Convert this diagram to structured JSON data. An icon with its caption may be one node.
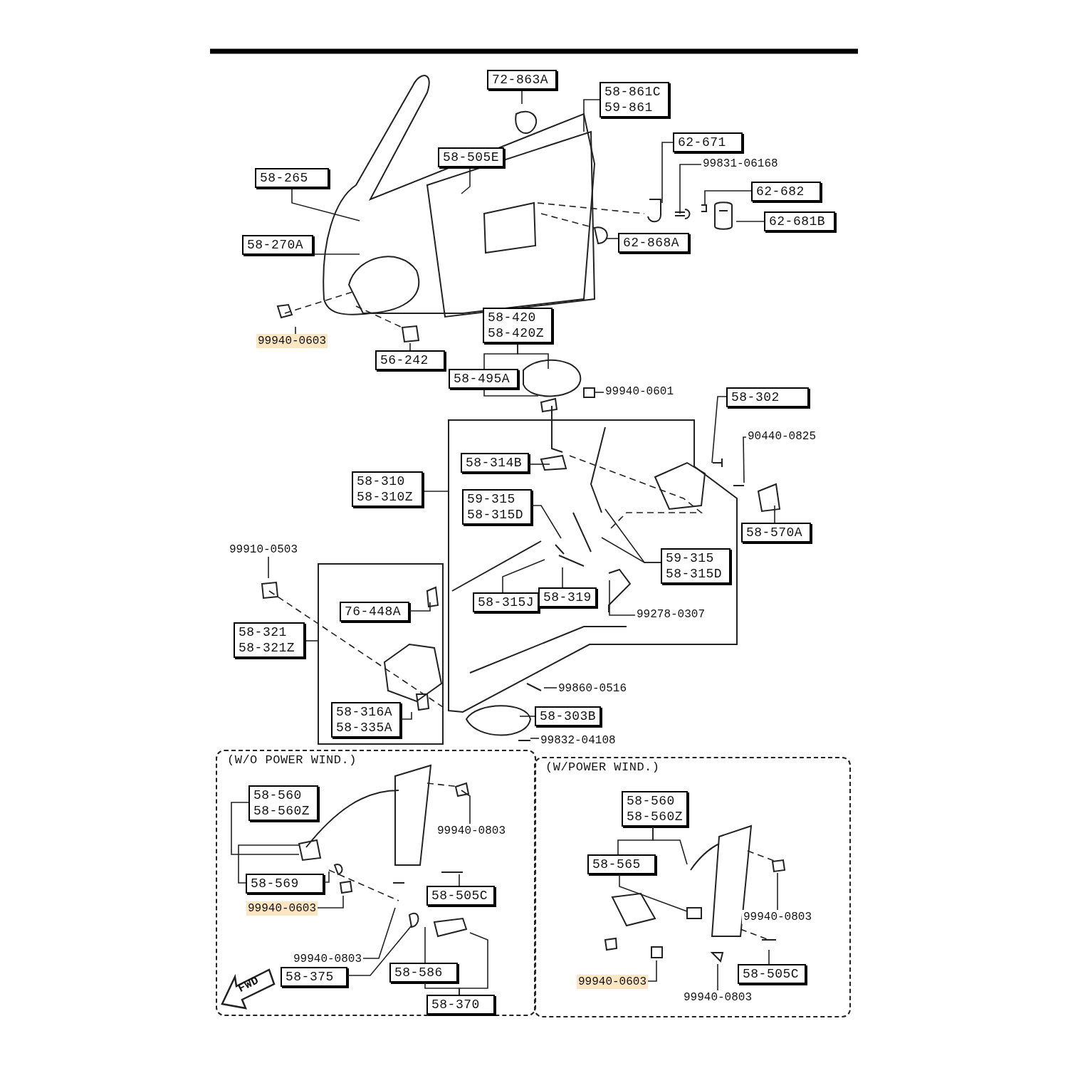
{
  "diagram": {
    "nodes": [
      {
        "text": [
          "72-863A"
        ]
      },
      {
        "text": [
          "58-861C",
          "59-861"
        ]
      },
      {
        "text": [
          "58-505E"
        ]
      },
      {
        "text": [
          "58-265"
        ]
      },
      {
        "text": [
          "62-671"
        ]
      },
      {
        "text": [
          "99831-06168"
        ]
      },
      {
        "text": [
          "62-682"
        ]
      },
      {
        "text": [
          "62-681B"
        ]
      },
      {
        "text": [
          "58-270A"
        ]
      },
      {
        "text": [
          "62-868A"
        ]
      },
      {
        "text": [
          "99940-0603"
        ]
      },
      {
        "text": [
          "56-242"
        ]
      },
      {
        "text": [
          "58-420",
          "58-420Z"
        ]
      },
      {
        "text": [
          "58-495A"
        ]
      },
      {
        "text": [
          "99940-0601"
        ]
      },
      {
        "text": [
          "58-302"
        ]
      },
      {
        "text": [
          "90440-0825"
        ]
      },
      {
        "text": [],
        "shape": "box"
      },
      {
        "text": [
          "58-314B"
        ],
        "in": 17
      },
      {
        "text": [
          "58-310",
          "58-310Z"
        ]
      },
      {
        "text": [
          "59-315",
          "58-315D"
        ],
        "in": 17
      },
      {
        "text": [
          "58-570A"
        ]
      },
      {
        "text": [
          "99910-0503"
        ]
      },
      {
        "text": [
          "59-315",
          "58-315D"
        ],
        "in": 17
      },
      {
        "text": [],
        "shape": "box"
      },
      {
        "text": [
          "76-448A"
        ],
        "in": 24
      },
      {
        "text": [
          "58-315J"
        ],
        "in": 17
      },
      {
        "text": [
          "58-319"
        ],
        "in": 17
      },
      {
        "text": [
          "99278-0307"
        ],
        "in": 17
      },
      {
        "text": [
          "58-321",
          "58-321Z"
        ]
      },
      {
        "text": [
          "99860-0516"
        ]
      },
      {
        "text": [
          "58-316A",
          "58-335A"
        ],
        "in": 24
      },
      {
        "text": [
          "58-303B"
        ]
      },
      {
        "text": [
          "99832-04108"
        ]
      },
      {
        "text": [
          "(W/O POWER WIND.)"
        ]
      },
      {
        "text": [
          "(W/POWER WIND.)"
        ]
      },
      {
        "text": [
          "58-560",
          "58-560Z"
        ],
        "in": 34
      },
      {
        "text": [
          "99940-0803"
        ],
        "in": 34
      },
      {
        "text": [
          "58-569"
        ],
        "in": 34
      },
      {
        "text": [
          "58-505C"
        ],
        "in": 34
      },
      {
        "text": [
          "99940-0603"
        ],
        "in": 34
      },
      {
        "text": [
          "99940-0803"
        ],
        "in": 34
      },
      {
        "text": [
          "58-375"
        ],
        "in": 34
      },
      {
        "text": [
          "58-586"
        ],
        "in": 34
      },
      {
        "text": [
          "58-370"
        ],
        "in": 34
      },
      {
        "text": [
          "58-560",
          "58-560Z"
        ],
        "in": 35
      },
      {
        "text": [
          "58-565"
        ],
        "in": 35
      },
      {
        "text": [
          "99940-0803"
        ],
        "in": 35
      },
      {
        "text": [
          "58-505C"
        ],
        "in": 35
      },
      {
        "text": [
          "99940-0603"
        ],
        "in": 35
      },
      {
        "text": [
          "99940-0803"
        ],
        "in": 35
      }
    ],
    "edges": [
      {
        "from": 0,
        "to": null,
        "arrow": "none"
      },
      {
        "from": 1,
        "to": null,
        "arrow": "none"
      },
      {
        "from": 2,
        "to": null,
        "arrow": "none"
      },
      {
        "from": 3,
        "to": null,
        "arrow": "none"
      },
      {
        "from": 4,
        "to": null,
        "arrow": "none"
      },
      {
        "from": 5,
        "to": null,
        "arrow": "none"
      },
      {
        "from": 6,
        "to": null,
        "arrow": "none"
      },
      {
        "from": 7,
        "to": null,
        "arrow": "none"
      },
      {
        "from": 8,
        "to": null,
        "arrow": "none"
      },
      {
        "from": 9,
        "to": null,
        "arrow": "none"
      },
      {
        "from": 10,
        "to": null,
        "arrow": "none"
      },
      {
        "from": 11,
        "to": null,
        "arrow": "none"
      },
      {
        "from": 12,
        "to": 13,
        "arrow": "none"
      },
      {
        "from": 12,
        "to": null,
        "arrow": "none"
      },
      {
        "from": 13,
        "to": null,
        "arrow": "none"
      },
      {
        "from": 14,
        "to": null,
        "arrow": "none"
      },
      {
        "from": 15,
        "to": null,
        "arrow": "none"
      },
      {
        "from": 16,
        "to": null,
        "arrow": "none"
      },
      {
        "from": 18,
        "to": null,
        "arrow": "none"
      },
      {
        "from": 19,
        "to": 17,
        "arrow": "none"
      },
      {
        "from": 20,
        "to": null,
        "arrow": "none"
      },
      {
        "from": 21,
        "to": null,
        "arrow": "none"
      },
      {
        "from": 22,
        "to": null,
        "arrow": "none"
      },
      {
        "from": 23,
        "to": null,
        "arrow": "none"
      },
      {
        "from": 23,
        "to": null,
        "arrow": "none"
      },
      {
        "from": 25,
        "to": null,
        "arrow": "none"
      },
      {
        "from": 26,
        "to": null,
        "arrow": "none"
      },
      {
        "from": 27,
        "to": null,
        "arrow": "none"
      },
      {
        "from": 28,
        "to": null,
        "arrow": "none"
      },
      {
        "from": 29,
        "to": 24,
        "arrow": "none"
      },
      {
        "from": 30,
        "to": null,
        "arrow": "none"
      },
      {
        "from": 31,
        "to": null,
        "arrow": "none"
      },
      {
        "from": 32,
        "to": null,
        "arrow": "none"
      },
      {
        "from": 33,
        "to": null,
        "arrow": "none"
      },
      {
        "from": 36,
        "to": null,
        "arrow": "none"
      },
      {
        "from": 38,
        "to": null,
        "arrow": "none"
      },
      {
        "from": 37,
        "to": null,
        "arrow": "none"
      },
      {
        "from": 38,
        "to": null,
        "arrow": "none"
      },
      {
        "from": 39,
        "to": null,
        "arrow": "none"
      },
      {
        "from": 40,
        "to": null,
        "arrow": "none"
      },
      {
        "from": 41,
        "to": null,
        "arrow": "none"
      },
      {
        "from": 42,
        "to": null,
        "arrow": "none"
      },
      {
        "from": 43,
        "to": null,
        "arrow": "none"
      },
      {
        "from": 44,
        "to": 43,
        "arrow": "none"
      },
      {
        "from": 44,
        "to": null,
        "arrow": "none"
      },
      {
        "from": 45,
        "to": 46,
        "arrow": "none"
      },
      {
        "from": 45,
        "to": null,
        "arrow": "none"
      },
      {
        "from": 46,
        "to": null,
        "arrow": "none"
      },
      {
        "from": 47,
        "to": null,
        "arrow": "none"
      },
      {
        "from": 48,
        "to": null,
        "arrow": "none"
      },
      {
        "from": 49,
        "to": null,
        "arrow": "none"
      },
      {
        "from": 50,
        "to": null,
        "arrow": "none"
      }
    ],
    "labels": [
      "FWD"
    ]
  }
}
